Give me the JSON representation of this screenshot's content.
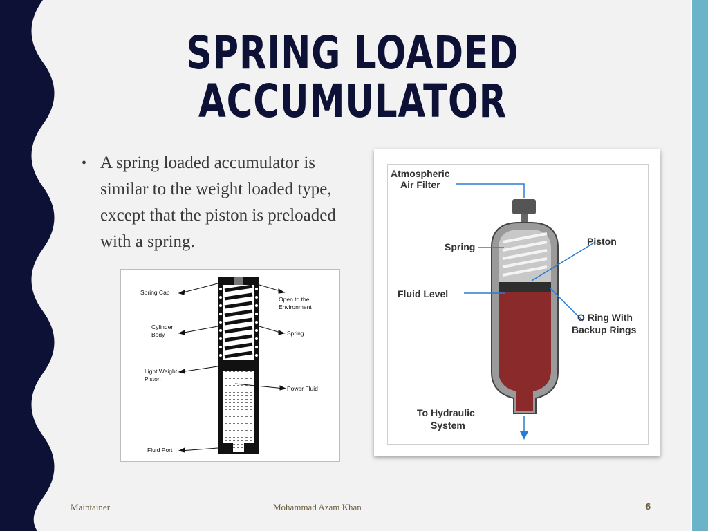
{
  "slide": {
    "title_line1": "SPRING LOADED",
    "title_line2": "ACCUMULATOR",
    "bullet": "A spring loaded  accumulator is similar to the  weight loaded type, except  that the piston is preloaded  with a spring."
  },
  "diagram1": {
    "labels": {
      "spring_cap": "Spring Cap",
      "cylinder_body_1": "Cylinder",
      "cylinder_body_2": "Body",
      "light_piston_1": "Light Weight",
      "light_piston_2": "Piston",
      "fluid_port": "Fluid Port",
      "open_env_1": "Open to the",
      "open_env_2": "Environment",
      "spring": "Spring",
      "power_fluid": "Power Fluid"
    }
  },
  "diagram2": {
    "labels": {
      "air_filter_1": "Atmospheric",
      "air_filter_2": "Air Filter",
      "spring": "Spring",
      "piston": "Piston",
      "fluid_level": "Fluid Level",
      "o_ring_1": "O Ring With",
      "o_ring_2": "Backup Rings",
      "to_hydraulic_1": "To Hydraulic",
      "to_hydraulic_2": "System"
    }
  },
  "footer": {
    "left": "Maintainer",
    "center": "Mohammad Azam Khan",
    "page": "6"
  },
  "colors": {
    "title": "#0e1136",
    "wave": "#0e1136",
    "right_bar": "#6bb3c9",
    "fluid": "#8b2a2a",
    "leader": "#2a7bd6"
  }
}
